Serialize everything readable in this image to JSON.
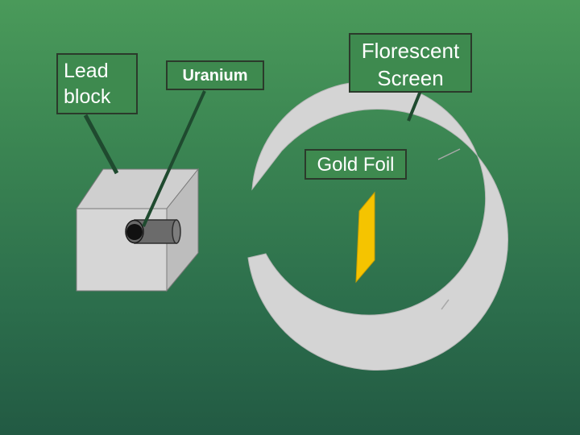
{
  "labels": {
    "lead_block": "Lead block",
    "uranium": "Uranium",
    "florescent_screen": "Florescent Screen",
    "gold_foil": "Gold Foil"
  },
  "colors": {
    "background_top": "#4a9a5a",
    "background_bottom": "#225a43",
    "label_box_fill": "#3e8a4f",
    "screen_ring": "#d4d4d4",
    "lead_block": "#cfcfcf",
    "gold_foil": "#f5c400",
    "uranium_tube": "#6b6b6b",
    "pointer_line": "#1f4a2f"
  }
}
